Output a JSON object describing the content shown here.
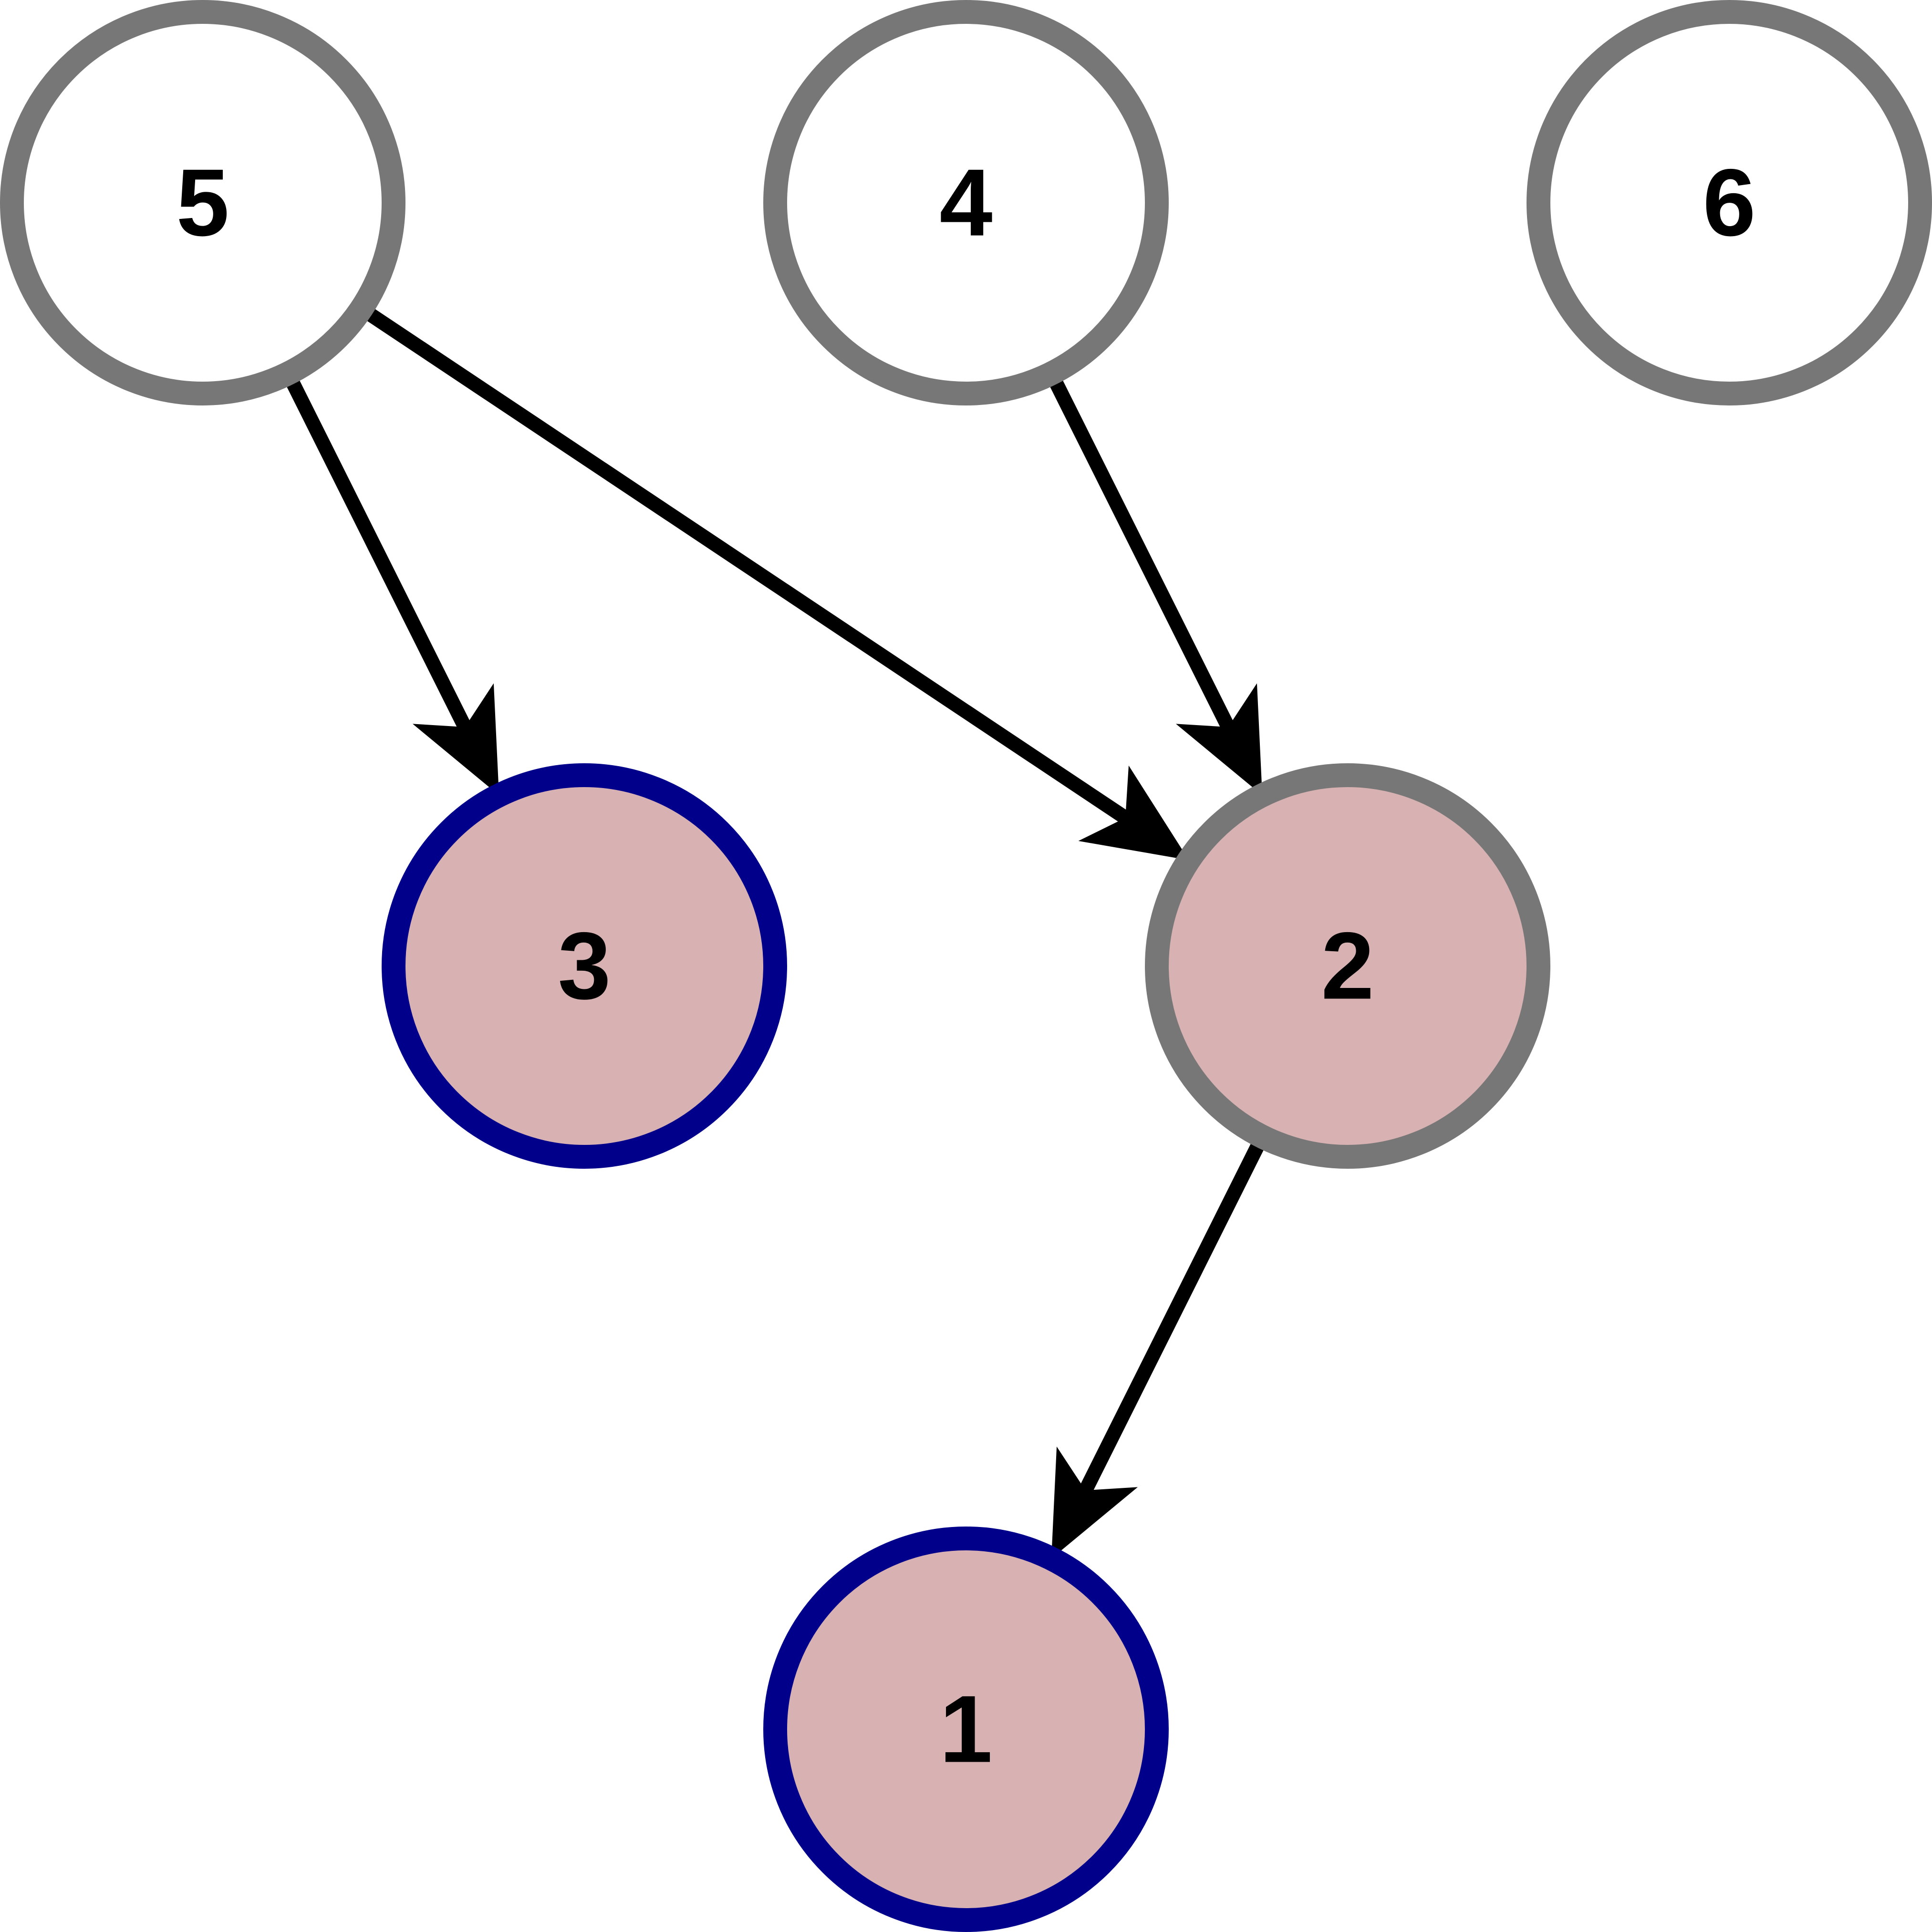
{
  "colors": {
    "background": "#ffffff",
    "edge": "#000000",
    "label": "#000000"
  },
  "styles": {
    "default": {
      "fill": "#ffffff",
      "stroke": "#777777"
    },
    "highlighted": {
      "fill": "#d8b2b2",
      "stroke": "#777777"
    },
    "selected": {
      "fill": "#d8b2b2",
      "stroke": "#00008b"
    }
  },
  "nodes": [
    {
      "id": "n5",
      "label": "5",
      "style": "default"
    },
    {
      "id": "n4",
      "label": "4",
      "style": "default"
    },
    {
      "id": "n6",
      "label": "6",
      "style": "default"
    },
    {
      "id": "n3",
      "label": "3",
      "style": "selected"
    },
    {
      "id": "n2",
      "label": "2",
      "style": "highlighted"
    },
    {
      "id": "n1",
      "label": "1",
      "style": "selected"
    }
  ],
  "edges": [
    {
      "from": "n5",
      "to": "n3"
    },
    {
      "from": "n5",
      "to": "n2"
    },
    {
      "from": "n4",
      "to": "n2"
    },
    {
      "from": "n2",
      "to": "n1"
    }
  ]
}
